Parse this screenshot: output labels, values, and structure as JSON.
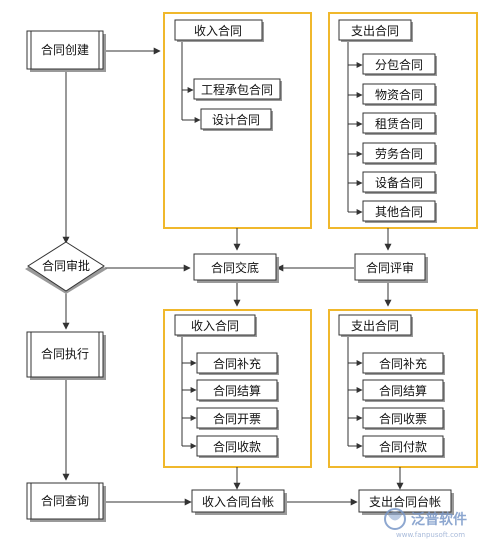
{
  "colors": {
    "stroke": "#333333",
    "box_fill": "#ffffff",
    "group_border": "#f0b82c",
    "shadow": "#9a9a9a",
    "watermark": "#7a98c8"
  },
  "left_column": {
    "create": "合同创建",
    "approve": "合同审批",
    "execute": "合同执行",
    "query": "合同查询"
  },
  "top_income": {
    "header": "收入合同",
    "items": [
      "工程承包合同",
      "设计合同"
    ]
  },
  "top_expense": {
    "header": "支出合同",
    "items": [
      "分包合同",
      "物资合同",
      "租赁合同",
      "劳务合同",
      "设备合同",
      "其他合同"
    ]
  },
  "middle": {
    "handover": "合同交底",
    "review": "合同评审"
  },
  "exec_income": {
    "header": "收入合同",
    "items": [
      "合同补充",
      "合同结算",
      "合同开票",
      "合同收款"
    ]
  },
  "exec_expense": {
    "header": "支出合同",
    "items": [
      "合同补充",
      "合同结算",
      "合同收票",
      "合同付款"
    ]
  },
  "ledgers": {
    "income": "收入合同台帐",
    "expense": "支出合同台帐"
  },
  "watermark": {
    "brand": "泛普软件",
    "url": "www.fanpusoft.com"
  }
}
